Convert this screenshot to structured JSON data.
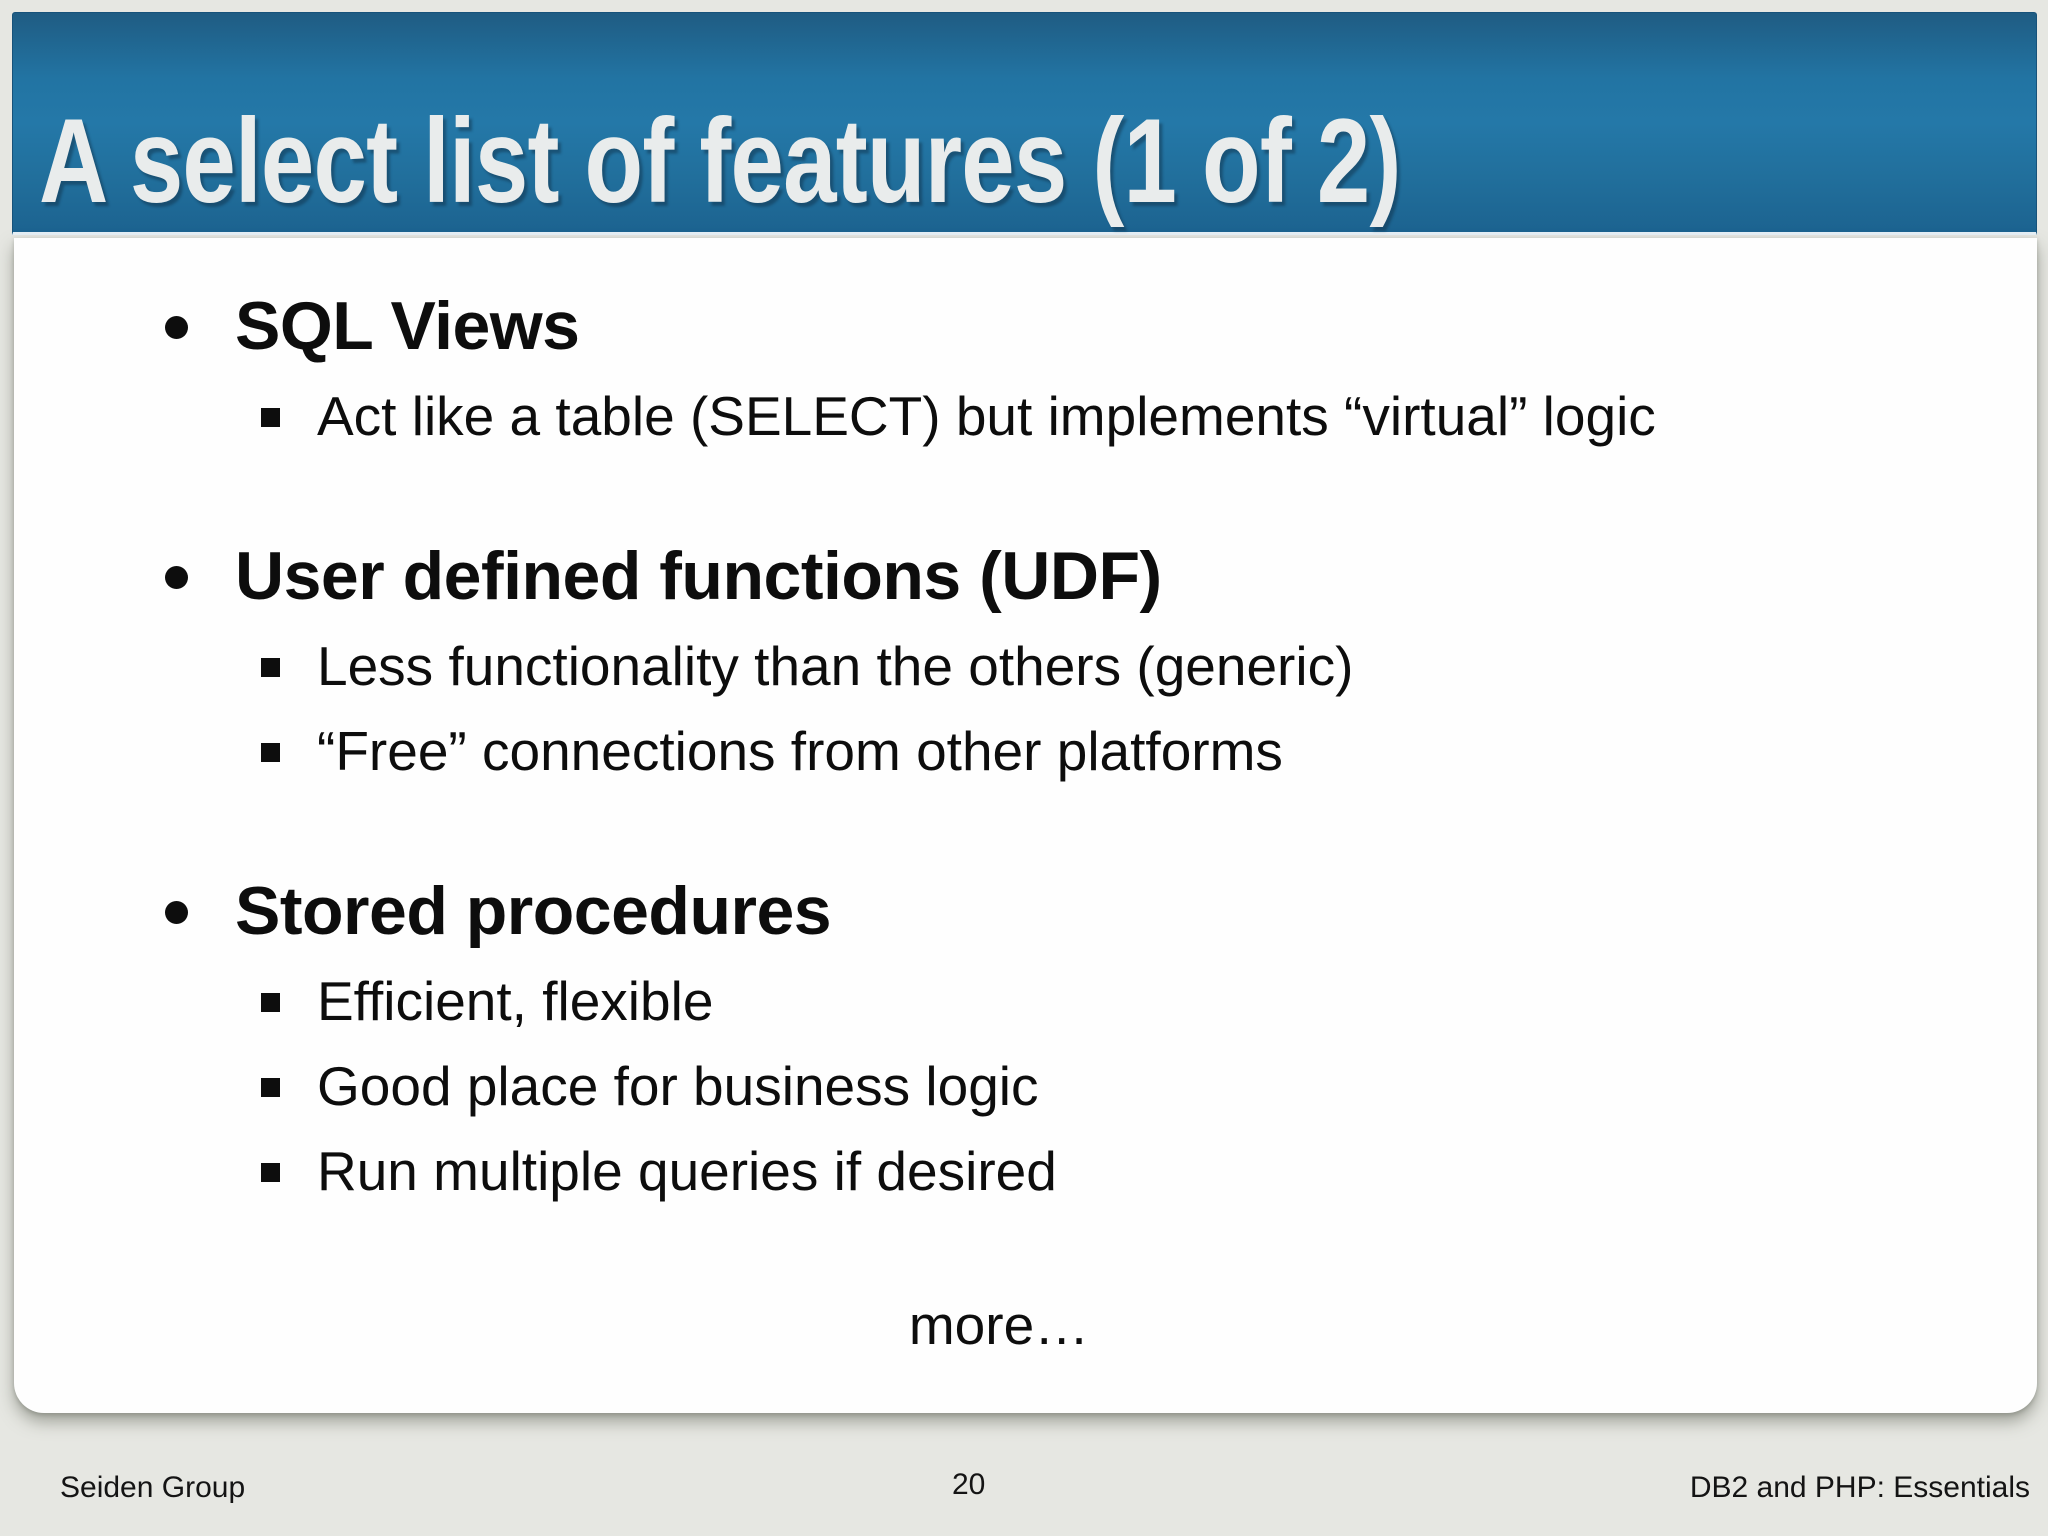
{
  "slide": {
    "title": "A select list of features (1 of 2)",
    "bullets": [
      {
        "heading": "SQL Views",
        "items": [
          "Act like a table (SELECT) but implements “virtual” logic"
        ]
      },
      {
        "heading": "User defined functions (UDF)",
        "items": [
          "Less functionality than the others (generic)",
          "“Free” connections from other platforms"
        ]
      },
      {
        "heading": "Stored procedures",
        "items": [
          "Efficient, flexible",
          "Good place for business logic",
          "Run multiple queries if desired"
        ]
      }
    ],
    "more_label": "more…",
    "footer": {
      "left": "Seiden Group",
      "page_number": "20",
      "right": "DB2 and PHP: Essentials"
    }
  },
  "colors": {
    "accent": "#2478a8",
    "background": "#e6e7e2",
    "card": "#fefefe",
    "text": "#0d0d0d",
    "title_text": "#e9ecec"
  }
}
